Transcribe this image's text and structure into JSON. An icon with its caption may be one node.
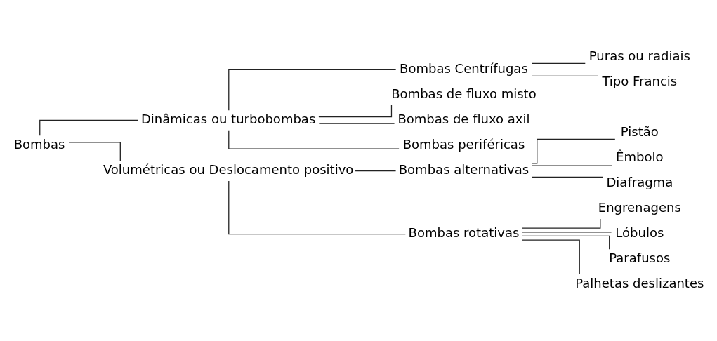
{
  "diagram": {
    "nodes": [
      {
        "text": [
          "Bombas"
        ]
      },
      {
        "text": [
          "Dinâmicas ou turbobombas"
        ]
      },
      {
        "text": [
          "Volumétricas ou Deslocamento positivo"
        ]
      },
      {
        "text": [
          "Bombas Centrífugas"
        ]
      },
      {
        "text": [
          "Bombas de fluxo misto"
        ]
      },
      {
        "text": [
          "Bombas de fluxo axil"
        ]
      },
      {
        "text": [
          "Bombas periféricas"
        ]
      },
      {
        "text": [
          "Puras ou radiais"
        ]
      },
      {
        "text": [
          "Tipo Francis"
        ]
      },
      {
        "text": [
          "Bombas alternativas"
        ]
      },
      {
        "text": [
          "Bombas rotativas"
        ]
      },
      {
        "text": [
          "Pistão"
        ]
      },
      {
        "text": [
          "Êmbolo"
        ]
      },
      {
        "text": [
          "Diafragma"
        ]
      },
      {
        "text": [
          "Engrenagens"
        ]
      },
      {
        "text": [
          "Lóbulos"
        ]
      },
      {
        "text": [
          "Parafusos"
        ]
      },
      {
        "text": [
          "Palhetas deslizantes"
        ]
      }
    ],
    "edges": [
      {
        "from": 0,
        "to": 1,
        "arrow": "none"
      },
      {
        "from": 0,
        "to": 2,
        "arrow": "none"
      },
      {
        "from": 1,
        "to": 3,
        "arrow": "none"
      },
      {
        "from": 1,
        "to": 4,
        "arrow": "none"
      },
      {
        "from": 1,
        "to": 5,
        "arrow": "none"
      },
      {
        "from": 1,
        "to": 6,
        "arrow": "none"
      },
      {
        "from": 3,
        "to": 7,
        "arrow": "none"
      },
      {
        "from": 3,
        "to": 8,
        "arrow": "none"
      },
      {
        "from": 2,
        "to": 9,
        "arrow": "none"
      },
      {
        "from": 2,
        "to": 10,
        "arrow": "none"
      },
      {
        "from": 9,
        "to": 11,
        "arrow": "none"
      },
      {
        "from": 9,
        "to": 12,
        "arrow": "none"
      },
      {
        "from": 9,
        "to": 13,
        "arrow": "none"
      },
      {
        "from": 10,
        "to": 14,
        "arrow": "none"
      },
      {
        "from": 10,
        "to": 15,
        "arrow": "none"
      },
      {
        "from": 10,
        "to": 16,
        "arrow": "none"
      },
      {
        "from": 10,
        "to": 17,
        "arrow": "none"
      }
    ]
  }
}
